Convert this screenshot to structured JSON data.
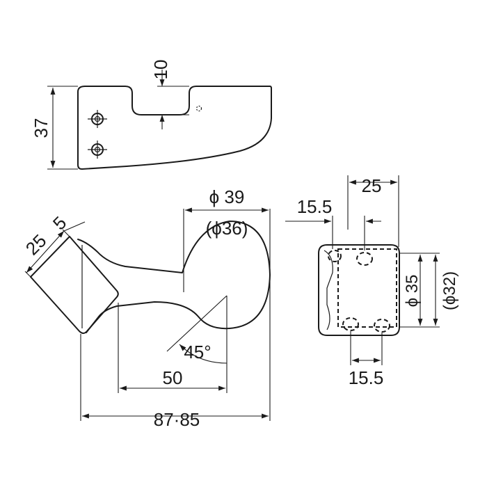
{
  "top_view": {
    "height_label": "37",
    "slot_label": "10"
  },
  "side_view": {
    "sphere_dia_label": "ϕ 39",
    "sphere_dia_alt_label": "(ϕ36)",
    "angle_label": "45°",
    "base_width_label": "25",
    "base_edge_label": "5",
    "reach_label": "50",
    "total_length_label": "87·85"
  },
  "plate_view": {
    "width_label": "25",
    "hole_offset_top_label": "15.5",
    "hole_offset_bottom_label": "15.5",
    "dia_label": "ϕ 35",
    "dia_alt_label": "(ϕ32)"
  }
}
